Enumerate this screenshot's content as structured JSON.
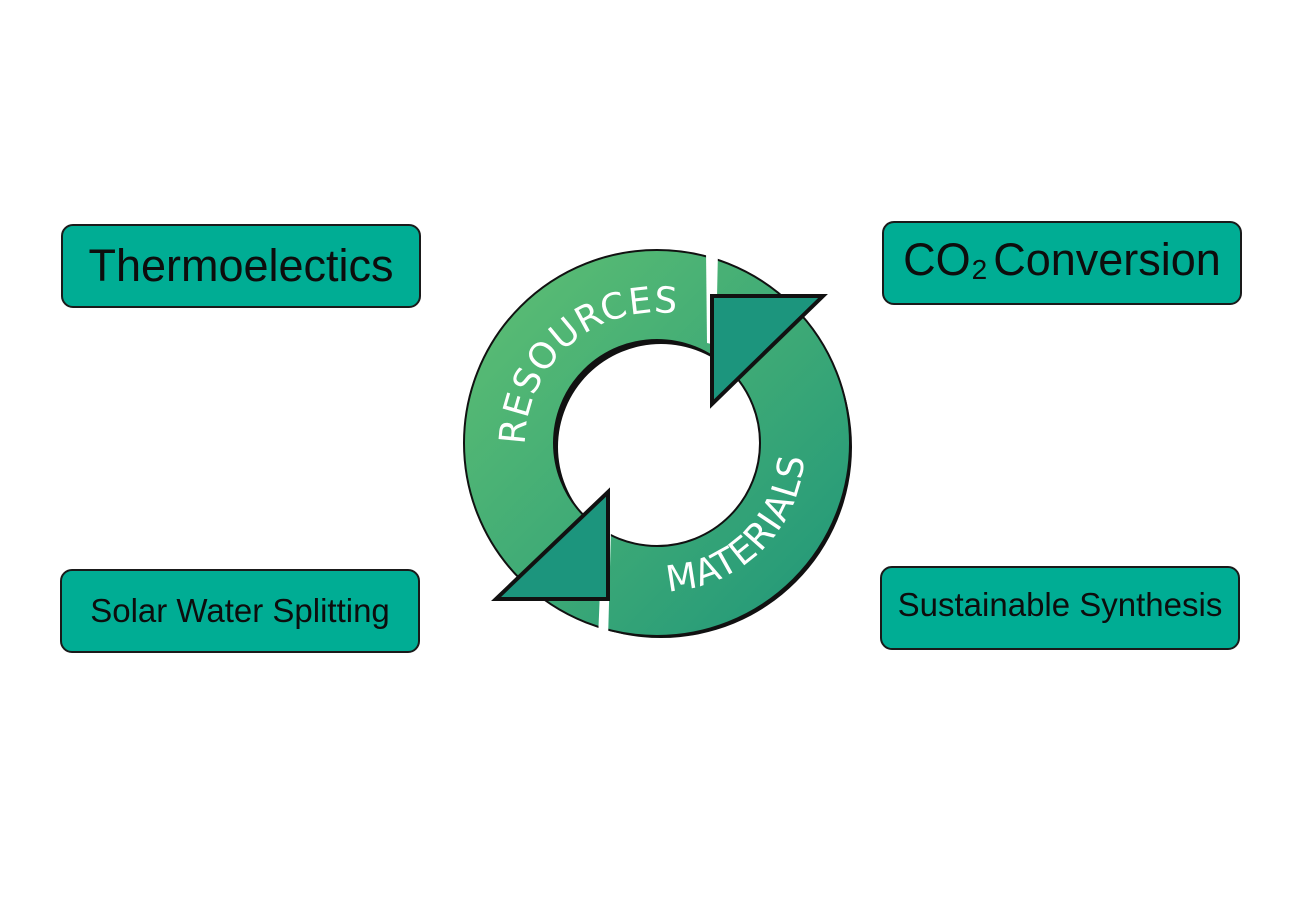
{
  "boxes": {
    "top_left": {
      "label": "Thermoelectics"
    },
    "top_right": {
      "label_main": "CO",
      "label_sub": "2",
      "label_rest": "Conversion"
    },
    "bottom_left": {
      "label": "Solar Water Splitting"
    },
    "bottom_right": {
      "label": "Sustainable Synthesis"
    }
  },
  "cycle": {
    "upper_label": "RESOURCES",
    "lower_label": "MATERIALS",
    "colors": {
      "ring_light": "#5fbf73",
      "ring_dark": "#1f9679",
      "arrowhead": "#1c957d",
      "outline": "#111111",
      "text": "#ffffff"
    }
  },
  "colors": {
    "box_fill": "#00ad94",
    "box_border": "#1a1a1a"
  }
}
